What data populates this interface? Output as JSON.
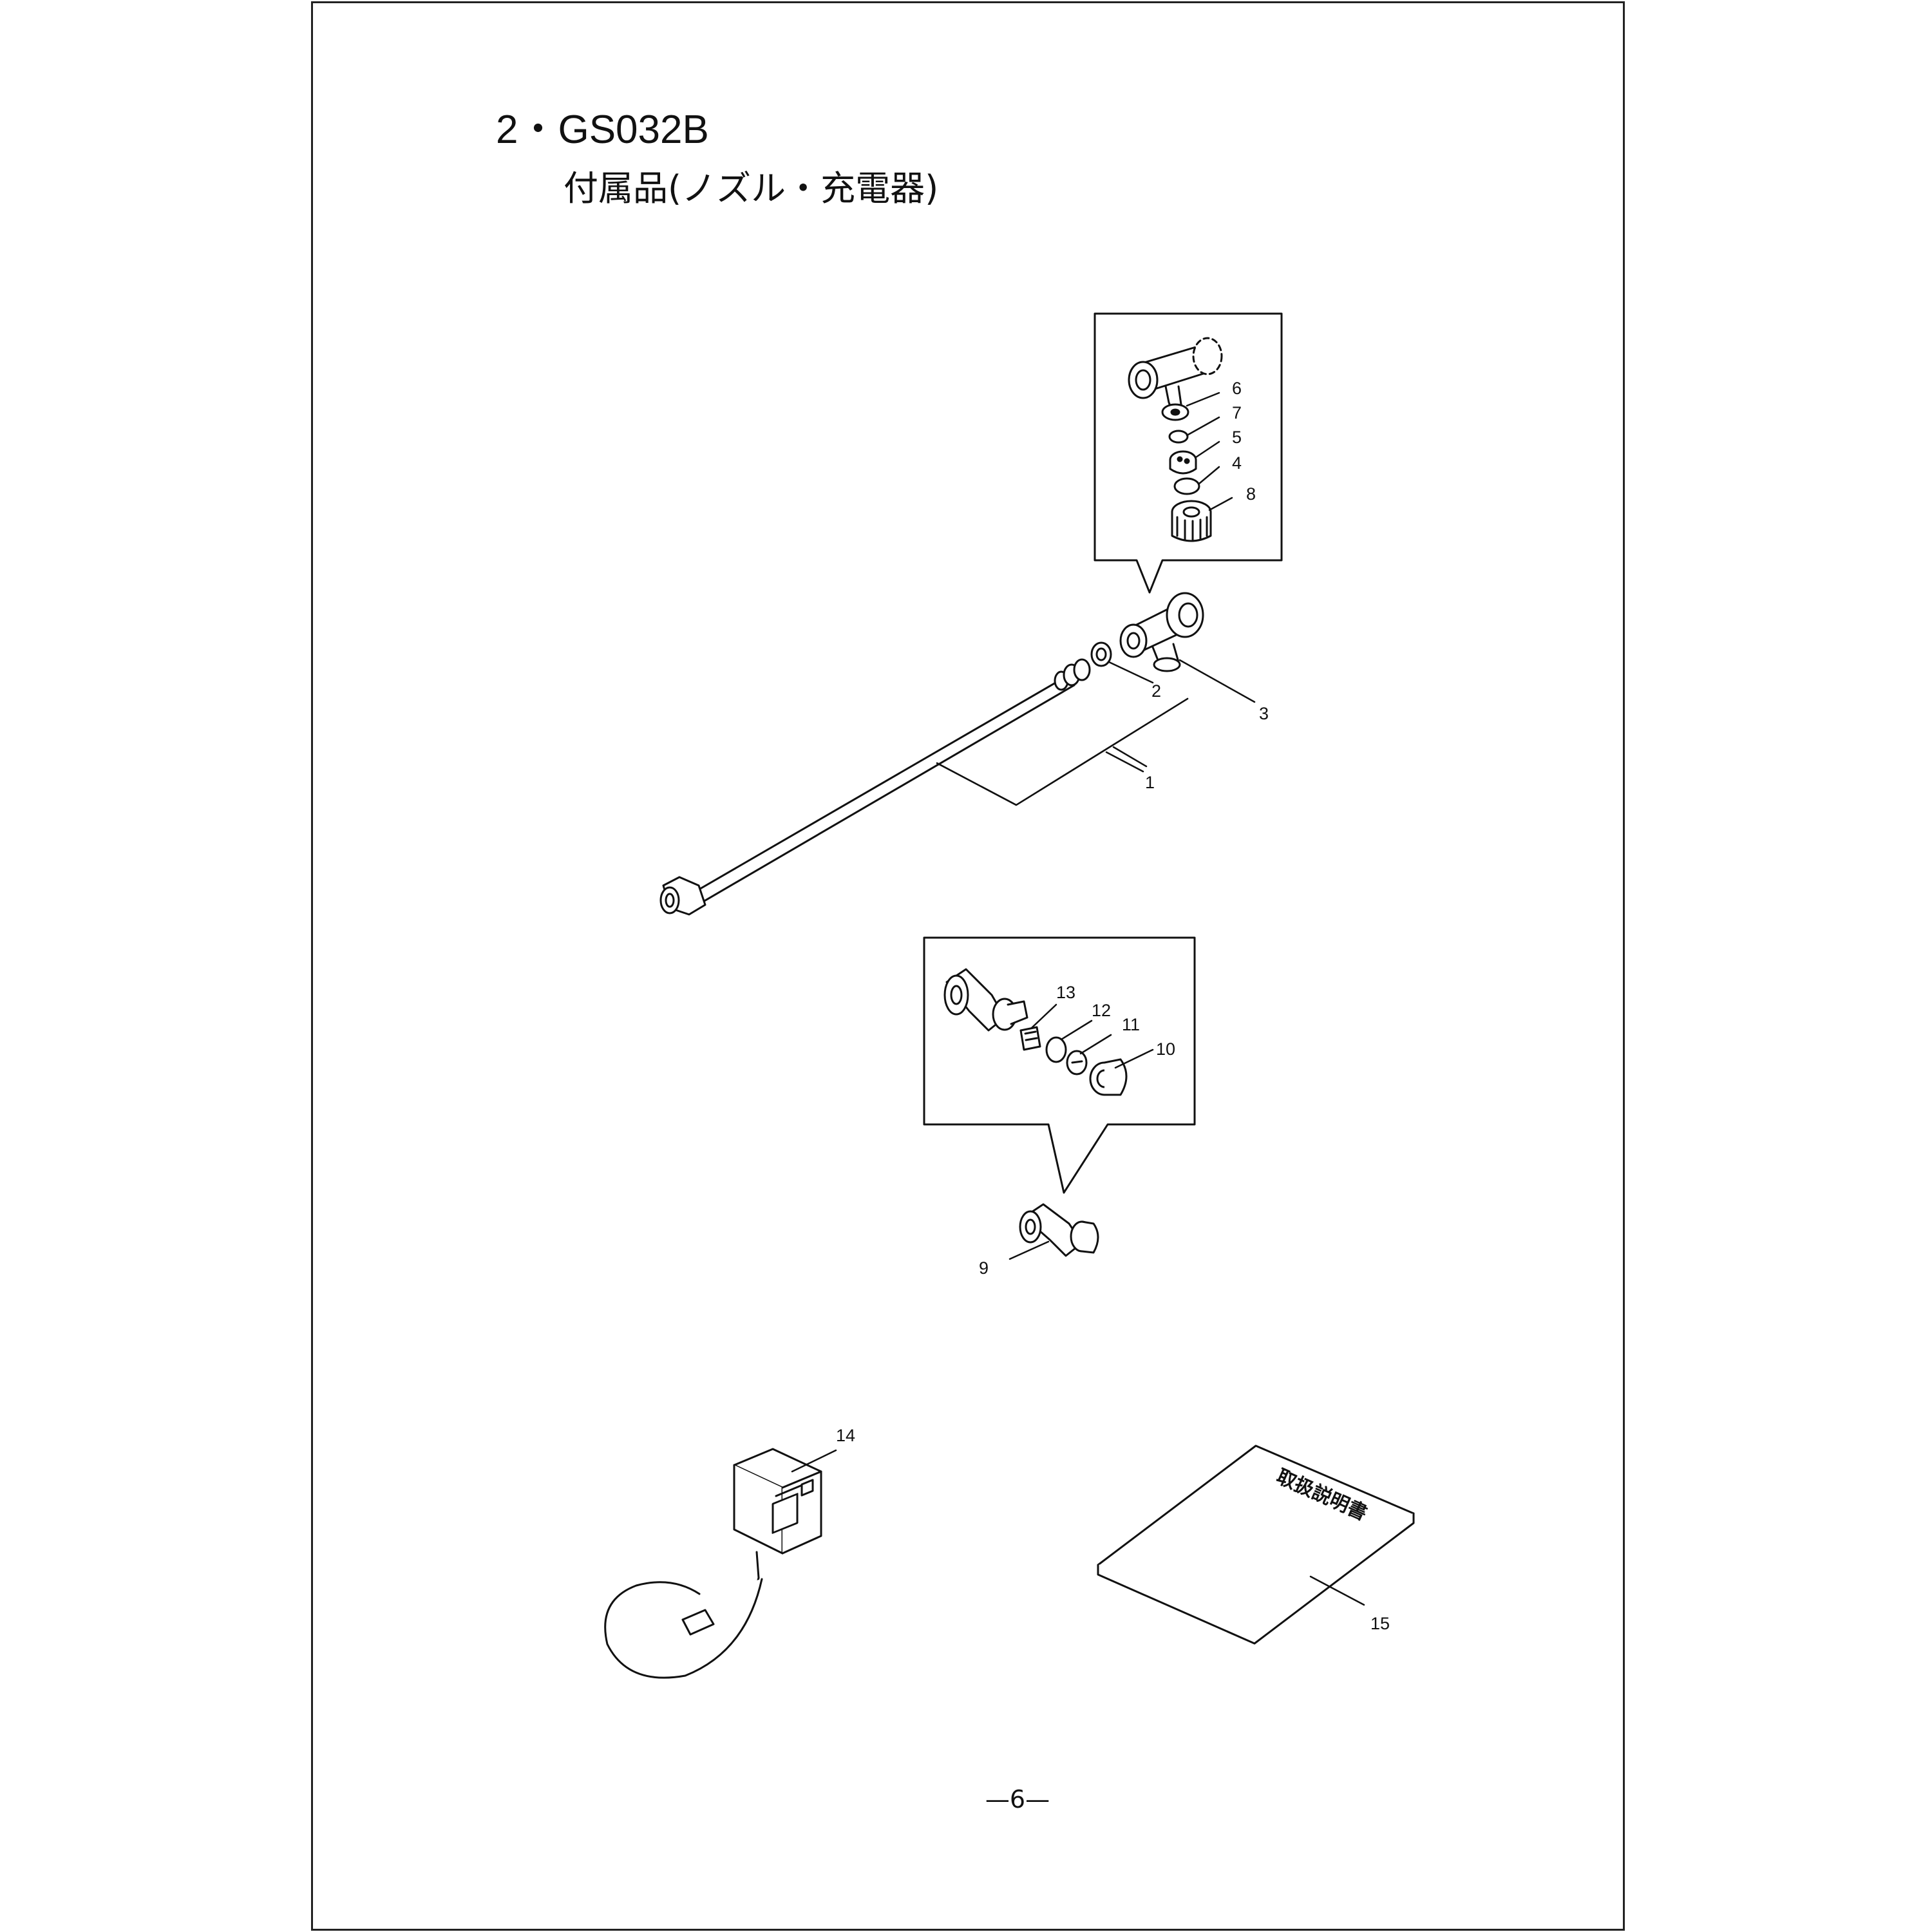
{
  "header": {
    "section_title": "2・GS032B",
    "subtitle": "付属品(ノズル・充電器)"
  },
  "manual_cover_text": "取扱説明書",
  "callouts": [
    "1",
    "2",
    "3",
    "4",
    "5",
    "6",
    "7",
    "8",
    "9",
    "10",
    "11",
    "12",
    "13",
    "14",
    "15"
  ],
  "page_number": "—6—"
}
